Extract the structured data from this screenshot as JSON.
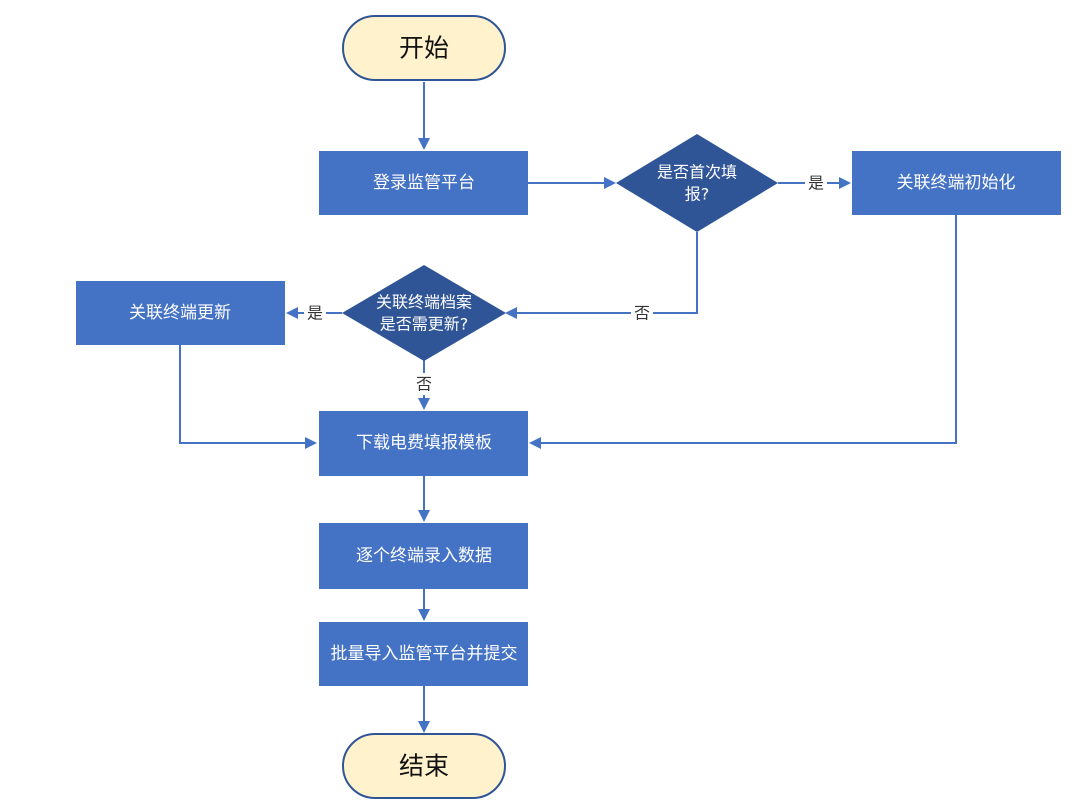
{
  "colors": {
    "process_fill": "#4472c4",
    "decision_fill": "#2f5597",
    "terminal_fill": "#fff2cc",
    "terminal_stroke": "#2f5597",
    "line": "#4472c4"
  },
  "nodes": {
    "start": "开始",
    "login": "登录监管平台",
    "first_fill_q": [
      "是否首次填",
      "报?"
    ],
    "init": "关联终端初始化",
    "archive_q": [
      "关联终端档案",
      "是否需更新?"
    ],
    "update": "关联终端更新",
    "download": "下载电费填报模板",
    "enter": "逐个终端录入数据",
    "import": "批量导入监管平台并提交",
    "end": "结束"
  },
  "edge_labels": {
    "yes_first": "是",
    "no_first": "否",
    "yes_archive": "是",
    "no_archive": "否"
  }
}
